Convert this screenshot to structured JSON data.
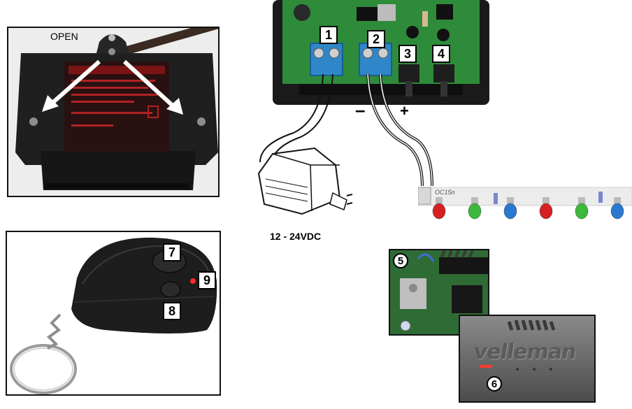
{
  "case_photo": {
    "open_label": "OPEN"
  },
  "power": {
    "voltage_label": "12 - 24VDC"
  },
  "output": {
    "minus_label": "–",
    "plus_label": "+"
  },
  "callouts": {
    "n1": "1",
    "n2": "2",
    "n3": "3",
    "n4": "4",
    "n5": "5",
    "n6": "6",
    "n7": "7",
    "n8": "8",
    "n9": "9"
  },
  "led_strip": {
    "board_code": "OC15n",
    "led_colors": [
      "#d42020",
      "#3cb83c",
      "#2a78d0",
      "#d42020",
      "#3cb83c",
      "#2a78d0"
    ]
  },
  "brand": {
    "logo_text": "velleman"
  },
  "colors": {
    "pcb_green": "#2e8b3a",
    "terminal_blue": "#2f86c8",
    "case_black": "#1c1c1c",
    "led_red": "#ff2a2a"
  }
}
